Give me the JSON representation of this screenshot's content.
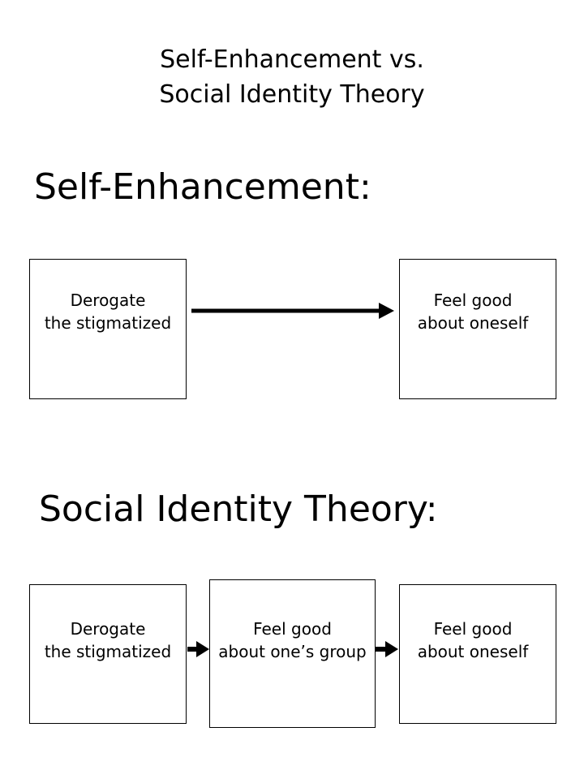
{
  "title": {
    "line1": "Self-Enhancement vs.",
    "line2": "Social Identity Theory"
  },
  "section1": {
    "heading": "Self-Enhancement:",
    "box1": {
      "line1": "Derogate",
      "line2": "the stigmatized"
    },
    "box2": {
      "line1": "Feel good",
      "line2": "about oneself"
    }
  },
  "section2": {
    "heading": "Social Identity Theory:",
    "box1": {
      "line1": "Derogate",
      "line2": "the stigmatized"
    },
    "box2": {
      "line1": "Feel good",
      "line2": "about one’s group"
    },
    "box3": {
      "line1": "Feel good",
      "line2": "about oneself"
    }
  }
}
